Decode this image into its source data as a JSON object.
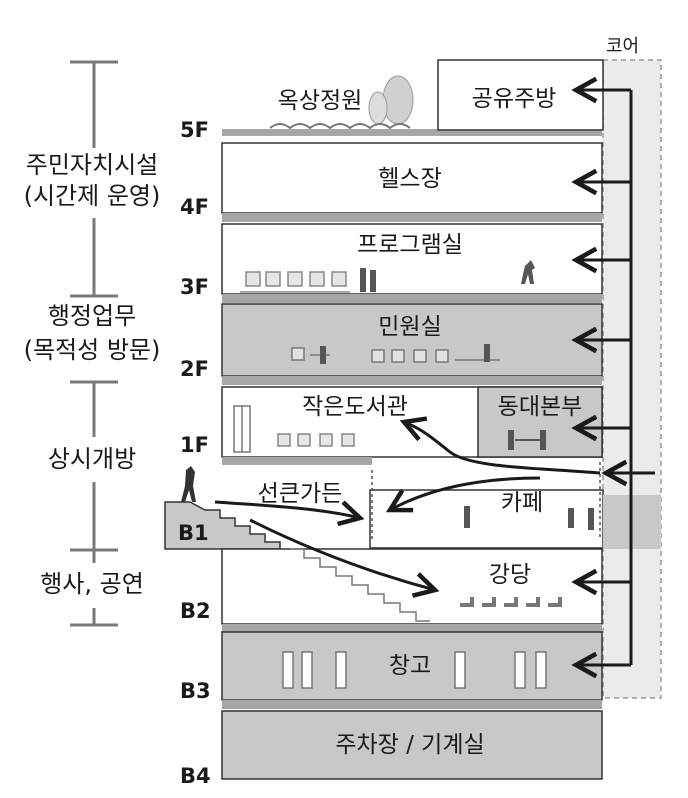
{
  "core_label": "코어",
  "zones": [
    {
      "line1": "주민자치시설",
      "line2": "(시간제 운영)"
    },
    {
      "line1": "행정업무",
      "line2": "(목적성 방문)"
    },
    {
      "line1": "상시개방",
      "line2": ""
    },
    {
      "line1": "행사, 공연",
      "line2": ""
    }
  ],
  "floors": [
    "5F",
    "4F",
    "3F",
    "2F",
    "1F",
    "B1",
    "B2",
    "B3",
    "B4"
  ],
  "rooms": {
    "rooftop_garden": "옥상정원",
    "shared_kitchen": "공유주방",
    "gym": "헬스장",
    "program_room": "프로그램실",
    "civil_service": "민원실",
    "small_library": "작은도서관",
    "dong_headquarters": "동대본부",
    "sunken_garden": "선큰가든",
    "cafe": "카페",
    "auditorium": "강당",
    "storage": "창고",
    "parking_machine": "주차장 / 기계실"
  },
  "colors": {
    "gray_floor": "#c8c8c8",
    "white_floor": "#ffffff",
    "core_fill": "#ebebeb",
    "slab": "#a6a6a6",
    "ink": "#1a1a1a",
    "bracket": "#7a7a7a"
  }
}
